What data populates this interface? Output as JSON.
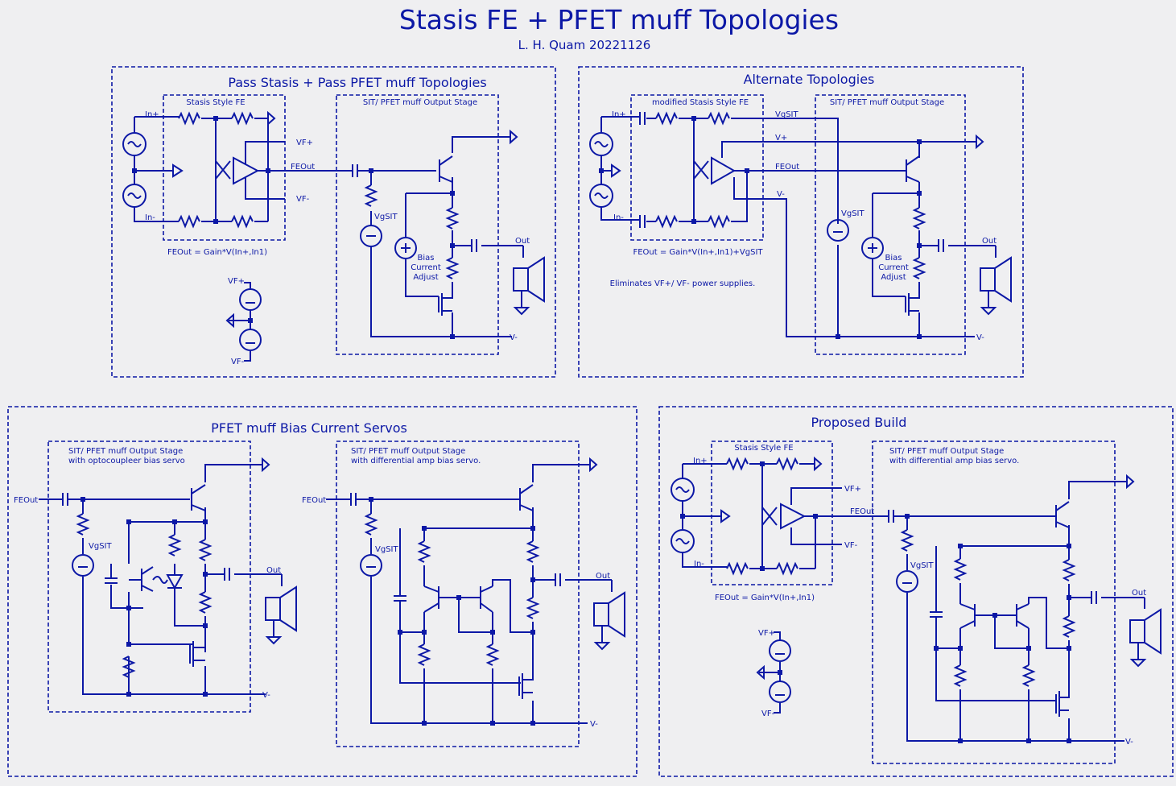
{
  "title": "Stasis FE + PFET muff Topologies",
  "subtitle": "L. H. Quam 20221126",
  "panels": {
    "pass": {
      "title": "Pass Stasis + Pass PFET muff Topologies",
      "fe_title": "Stasis Style FE",
      "out_title": "SIT/ PFET muff Output Stage",
      "in_plus": "In+",
      "in_minus": "In-",
      "vf_plus": "VF+",
      "vf_minus": "VF-",
      "feout": "FEOut",
      "vgsit": "VgSIT",
      "bias1": "Bias",
      "bias2": "Current",
      "bias3": "Adjust",
      "out": "Out",
      "vminus": "V-",
      "equation": "FEOut = Gain*V(In+,In1)",
      "supply_vfplus": "VF+",
      "supply_vfminus": "VF-"
    },
    "alt": {
      "title": "Alternate Topologies",
      "fe_title": "modified Stasis Style FE",
      "out_title": "SIT/ PFET muff Output Stage",
      "in_plus": "In+",
      "in_minus": "In-",
      "vgsit_line": "VgSIT",
      "vplus": "V+",
      "feout": "FEOut",
      "vminus_line": "V-",
      "vgsit": "VgSIT",
      "bias1": "Bias",
      "bias2": "Current",
      "bias3": "Adjust",
      "out": "Out",
      "vminus": "V-",
      "equation": "FEOut = Gain*V(In+,In1)+VgSIT",
      "note": "Eliminates VF+/ VF- power supplies."
    },
    "servo": {
      "title": "PFET muff Bias Current Servos",
      "box1_line1": "SIT/ PFET muff Output Stage",
      "box1_line2": "with optocoupleer bias servo",
      "box2_line1": "SIT/ PFET muff Output Stage",
      "box2_line2": "with differential amp bias servo.",
      "feout1": "FEOut",
      "feout2": "FEOut",
      "vgsit1": "VgSIT",
      "vgsit2": "VgSIT",
      "out1": "Out",
      "out2": "Out",
      "vminus1": "V-",
      "vminus2": "V-"
    },
    "proposed": {
      "title": "Proposed Build",
      "fe_title": "Stasis Style FE",
      "out_line1": "SIT/ PFET muff Output Stage",
      "out_line2": "with differential amp bias servo.",
      "in_plus": "In+",
      "in_minus": "In-",
      "vf_plus": "VF+",
      "vf_minus": "VF-",
      "feout": "FEOut",
      "vgsit": "VgSIT",
      "out": "Out",
      "vminus": "V-",
      "equation": "FEOut = Gain*V(In+,In1)",
      "supply_vfplus": "VF+",
      "supply_vfminus": "VF-"
    }
  }
}
